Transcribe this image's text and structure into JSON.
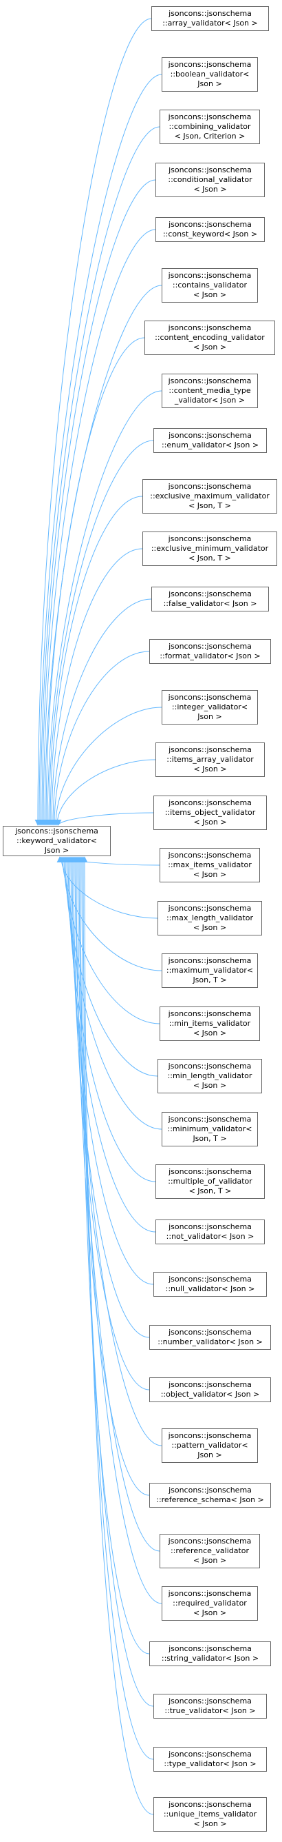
{
  "diagram": {
    "edge_color": "#63b8ff",
    "root": {
      "lines": [
        "jsoncons::jsonschema",
        "::keyword_validator<",
        "Json >"
      ]
    },
    "nodes": [
      {
        "lines": [
          "jsoncons::jsonschema",
          "::array_validator< Json >"
        ]
      },
      {
        "lines": [
          "jsoncons::jsonschema",
          "::boolean_validator<",
          "Json >"
        ]
      },
      {
        "lines": [
          "jsoncons::jsonschema",
          "::combining_validator",
          "< Json, Criterion >"
        ]
      },
      {
        "lines": [
          "jsoncons::jsonschema",
          "::conditional_validator",
          "< Json >"
        ]
      },
      {
        "lines": [
          "jsoncons::jsonschema",
          "::const_keyword< Json >"
        ]
      },
      {
        "lines": [
          "jsoncons::jsonschema",
          "::contains_validator",
          "< Json >"
        ]
      },
      {
        "lines": [
          "jsoncons::jsonschema",
          "::content_encoding_validator",
          "< Json >"
        ]
      },
      {
        "lines": [
          "jsoncons::jsonschema",
          "::content_media_type",
          "_validator< Json >"
        ]
      },
      {
        "lines": [
          "jsoncons::jsonschema",
          "::enum_validator< Json >"
        ]
      },
      {
        "lines": [
          "jsoncons::jsonschema",
          "::exclusive_maximum_validator",
          "< Json, T >"
        ]
      },
      {
        "lines": [
          "jsoncons::jsonschema",
          "::exclusive_minimum_validator",
          "< Json, T >"
        ]
      },
      {
        "lines": [
          "jsoncons::jsonschema",
          "::false_validator< Json >"
        ]
      },
      {
        "lines": [
          "jsoncons::jsonschema",
          "::format_validator< Json >"
        ]
      },
      {
        "lines": [
          "jsoncons::jsonschema",
          "::integer_validator<",
          "Json >"
        ]
      },
      {
        "lines": [
          "jsoncons::jsonschema",
          "::items_array_validator",
          "< Json >"
        ]
      },
      {
        "lines": [
          "jsoncons::jsonschema",
          "::items_object_validator",
          "< Json >"
        ]
      },
      {
        "lines": [
          "jsoncons::jsonschema",
          "::max_items_validator",
          "< Json >"
        ]
      },
      {
        "lines": [
          "jsoncons::jsonschema",
          "::max_length_validator",
          "< Json >"
        ]
      },
      {
        "lines": [
          "jsoncons::jsonschema",
          "::maximum_validator<",
          "Json, T >"
        ]
      },
      {
        "lines": [
          "jsoncons::jsonschema",
          "::min_items_validator",
          "< Json >"
        ]
      },
      {
        "lines": [
          "jsoncons::jsonschema",
          "::min_length_validator",
          "< Json >"
        ]
      },
      {
        "lines": [
          "jsoncons::jsonschema",
          "::minimum_validator<",
          "Json, T >"
        ]
      },
      {
        "lines": [
          "jsoncons::jsonschema",
          "::multiple_of_validator",
          "< Json, T >"
        ]
      },
      {
        "lines": [
          "jsoncons::jsonschema",
          "::not_validator< Json >"
        ]
      },
      {
        "lines": [
          "jsoncons::jsonschema",
          "::null_validator< Json >"
        ]
      },
      {
        "lines": [
          "jsoncons::jsonschema",
          "::number_validator< Json >"
        ]
      },
      {
        "lines": [
          "jsoncons::jsonschema",
          "::object_validator< Json >"
        ]
      },
      {
        "lines": [
          "jsoncons::jsonschema",
          "::pattern_validator<",
          "Json >"
        ]
      },
      {
        "lines": [
          "jsoncons::jsonschema",
          "::reference_schema< Json >"
        ]
      },
      {
        "lines": [
          "jsoncons::jsonschema",
          "::reference_validator",
          "< Json >"
        ]
      },
      {
        "lines": [
          "jsoncons::jsonschema",
          "::required_validator",
          "< Json >"
        ]
      },
      {
        "lines": [
          "jsoncons::jsonschema",
          "::string_validator< Json >"
        ]
      },
      {
        "lines": [
          "jsoncons::jsonschema",
          "::true_validator< Json >"
        ]
      },
      {
        "lines": [
          "jsoncons::jsonschema",
          "::type_validator< Json >"
        ]
      },
      {
        "lines": [
          "jsoncons::jsonschema",
          "::unique_items_validator",
          "< Json >"
        ]
      }
    ]
  }
}
